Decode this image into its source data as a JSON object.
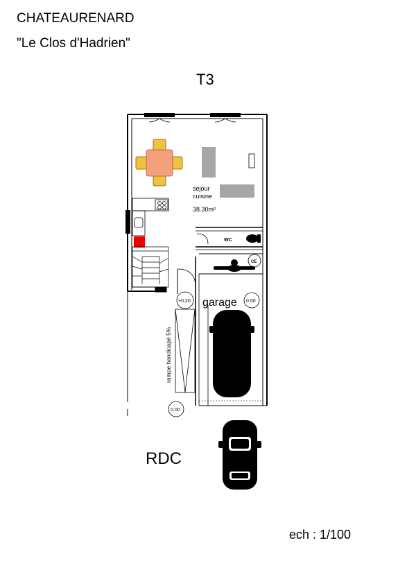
{
  "header": {
    "project": "CHATEAURENARD",
    "residence": "\"Le Clos d'Hadrien\"",
    "unit_type": "T3"
  },
  "rooms": {
    "living_kitchen_label_1": "séjour",
    "living_kitchen_label_2": "cuisine",
    "living_kitchen_area": "38.30m²",
    "wc": "WC",
    "garage": "garage",
    "utility": "CE"
  },
  "levels": {
    "garage_level": "0.00",
    "ramp_top": "+0.20",
    "street_level": "0.00"
  },
  "ramp": {
    "label": "rampe handicapé 5%"
  },
  "footer": {
    "level": "RDC",
    "scale": "ech : 1/100"
  },
  "colors": {
    "table": "#f4a07a",
    "chairs": "#f2c23e",
    "worktop": "#a6a6a6",
    "equipment_red": "#ee0000"
  }
}
